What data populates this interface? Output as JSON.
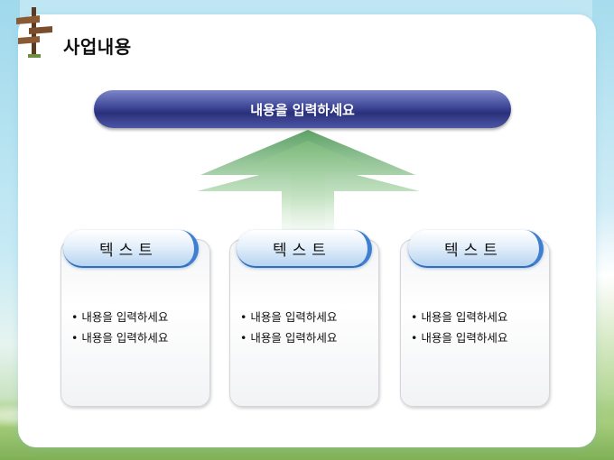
{
  "slide": {
    "title": "사업내용",
    "banner": "내용을 입력하세요",
    "cards": [
      {
        "heading": "텍스트",
        "bullets": [
          "내용을 입력하세요",
          "내용을 입력하세요"
        ]
      },
      {
        "heading": "텍스트",
        "bullets": [
          "내용을 입력하세요",
          "내용을 입력하세요"
        ]
      },
      {
        "heading": "텍스트",
        "bullets": [
          "내용을 입력하세요",
          "내용을 입력하세요"
        ]
      }
    ]
  },
  "colors": {
    "banner": "#2a307a",
    "card_accent": "#3f7fd0",
    "arrow": "#6aa872"
  },
  "icons": [
    "signpost-icon",
    "upward-arrow-graphic"
  ]
}
